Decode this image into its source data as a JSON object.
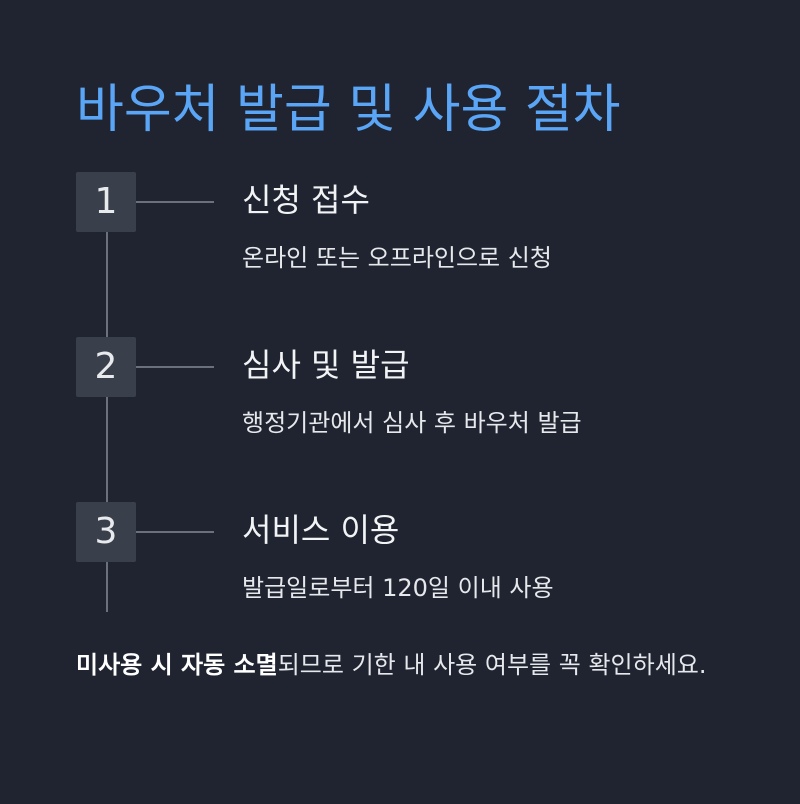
{
  "title": "바우처 발급 및 사용 절차",
  "steps": [
    {
      "number": "1",
      "title": "신청 접수",
      "description": "온라인 또는 오프라인으로 신청"
    },
    {
      "number": "2",
      "title": "심사 및 발급",
      "description": "행정기관에서 심사 후 바우처 발급"
    },
    {
      "number": "3",
      "title": "서비스 이용",
      "description": "발급일로부터 120일 이내 사용"
    }
  ],
  "note": {
    "emphasis": "미사용 시 자동 소멸",
    "text": "되므로 기한 내 사용 여부를 꼭 확인하세요."
  },
  "colors": {
    "background": "#1f2430",
    "title": "#5aa5f5",
    "step_box": "#3a404b",
    "line": "#6b717c"
  }
}
